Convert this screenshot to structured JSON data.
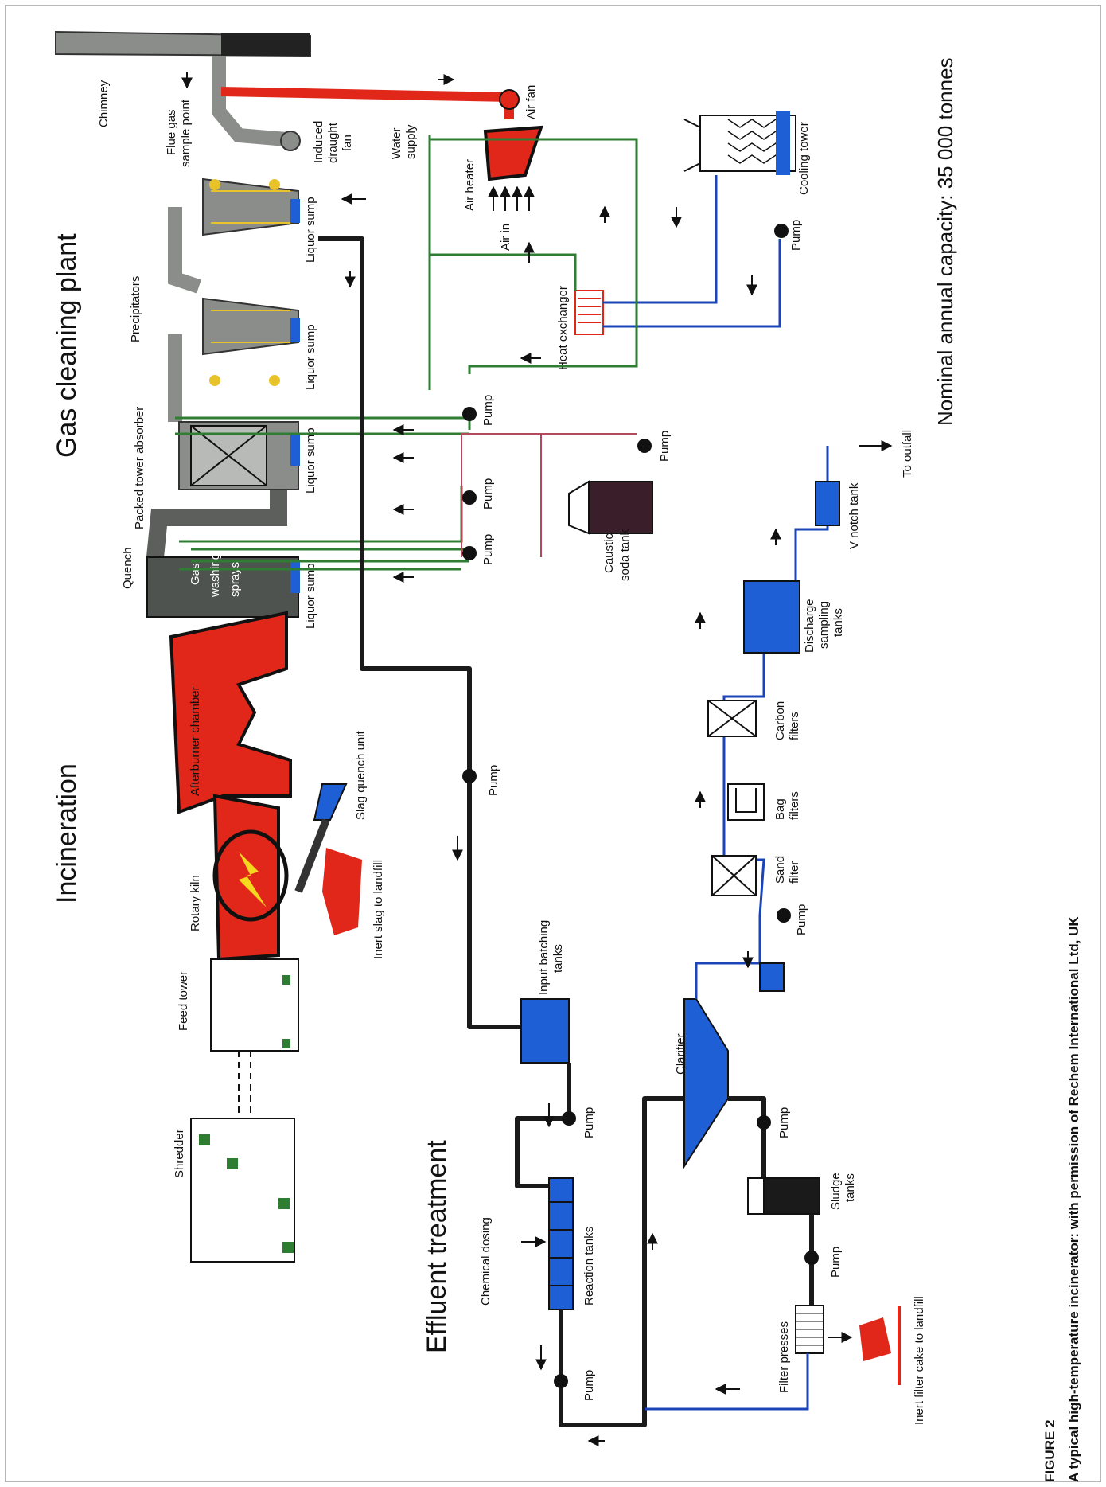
{
  "sections": {
    "incineration": "Incineration",
    "gas_cleaning": "Gas cleaning plant",
    "effluent": "Effluent treatment"
  },
  "capacity": "Nominal annual capacity: 35 000 tonnes",
  "figure": {
    "number": "FIGURE 2",
    "caption": "A typical high-temperature incinerator: with permission of Rechem International Ltd, UK"
  },
  "labels": {
    "chimney": "Chimney",
    "flue_gas_1": "Flue gas",
    "flue_gas_2": "sample point",
    "induced_1": "Induced",
    "induced_2": "draught",
    "induced_3": "fan",
    "water_1": "Water",
    "water_2": "supply",
    "air_fan": "Air fan",
    "air_heater": "Air heater",
    "air_in": "Air in",
    "cooling_tower": "Cooling tower",
    "heat_exchanger": "Heat exchanger",
    "precipitators": "Precipitators",
    "packed_tower": "Packed tower absorber",
    "quench": "Quench",
    "gas_1": "Gas",
    "gas_2": "washing",
    "gas_3": "sprays",
    "liquor_sump": "Liquor sump",
    "pump": "Pump",
    "caustic_1": "Caustic",
    "caustic_2": "soda tank",
    "shredder": "Shredder",
    "feed_tower": "Feed tower",
    "rotary_kiln": "Rotary kiln",
    "afterburner": "Afterburner chamber",
    "slag_quench": "Slag quench unit",
    "inert_slag": "Inert slag to landfill",
    "input_1": "Input batching",
    "input_2": "tanks",
    "chemical_dosing": "Chemical dosing",
    "reaction_tanks": "Reaction tanks",
    "clarifier": "Clarifier",
    "sludge_1": "Sludge",
    "sludge_2": "tanks",
    "filter_presses": "Filter presses",
    "filter_cake": "Inert filter cake to landfill",
    "sand_1": "Sand",
    "sand_2": "filter",
    "bag_1": "Bag",
    "bag_2": "filters",
    "carbon_1": "Carbon",
    "carbon_2": "filters",
    "discharge_1": "Discharge",
    "discharge_2": "sampling",
    "discharge_3": "tanks",
    "vnotch": "V notch tank",
    "outfall": "To outfall"
  },
  "colors": {
    "hot_gas": "#e0271a",
    "water": "#1f5fd6",
    "gas_duct": "#8a8d8a",
    "liquor_line": "#2e7d32",
    "effluent_line": "#1a1a1a",
    "caustic_line": "#b14a5a"
  }
}
